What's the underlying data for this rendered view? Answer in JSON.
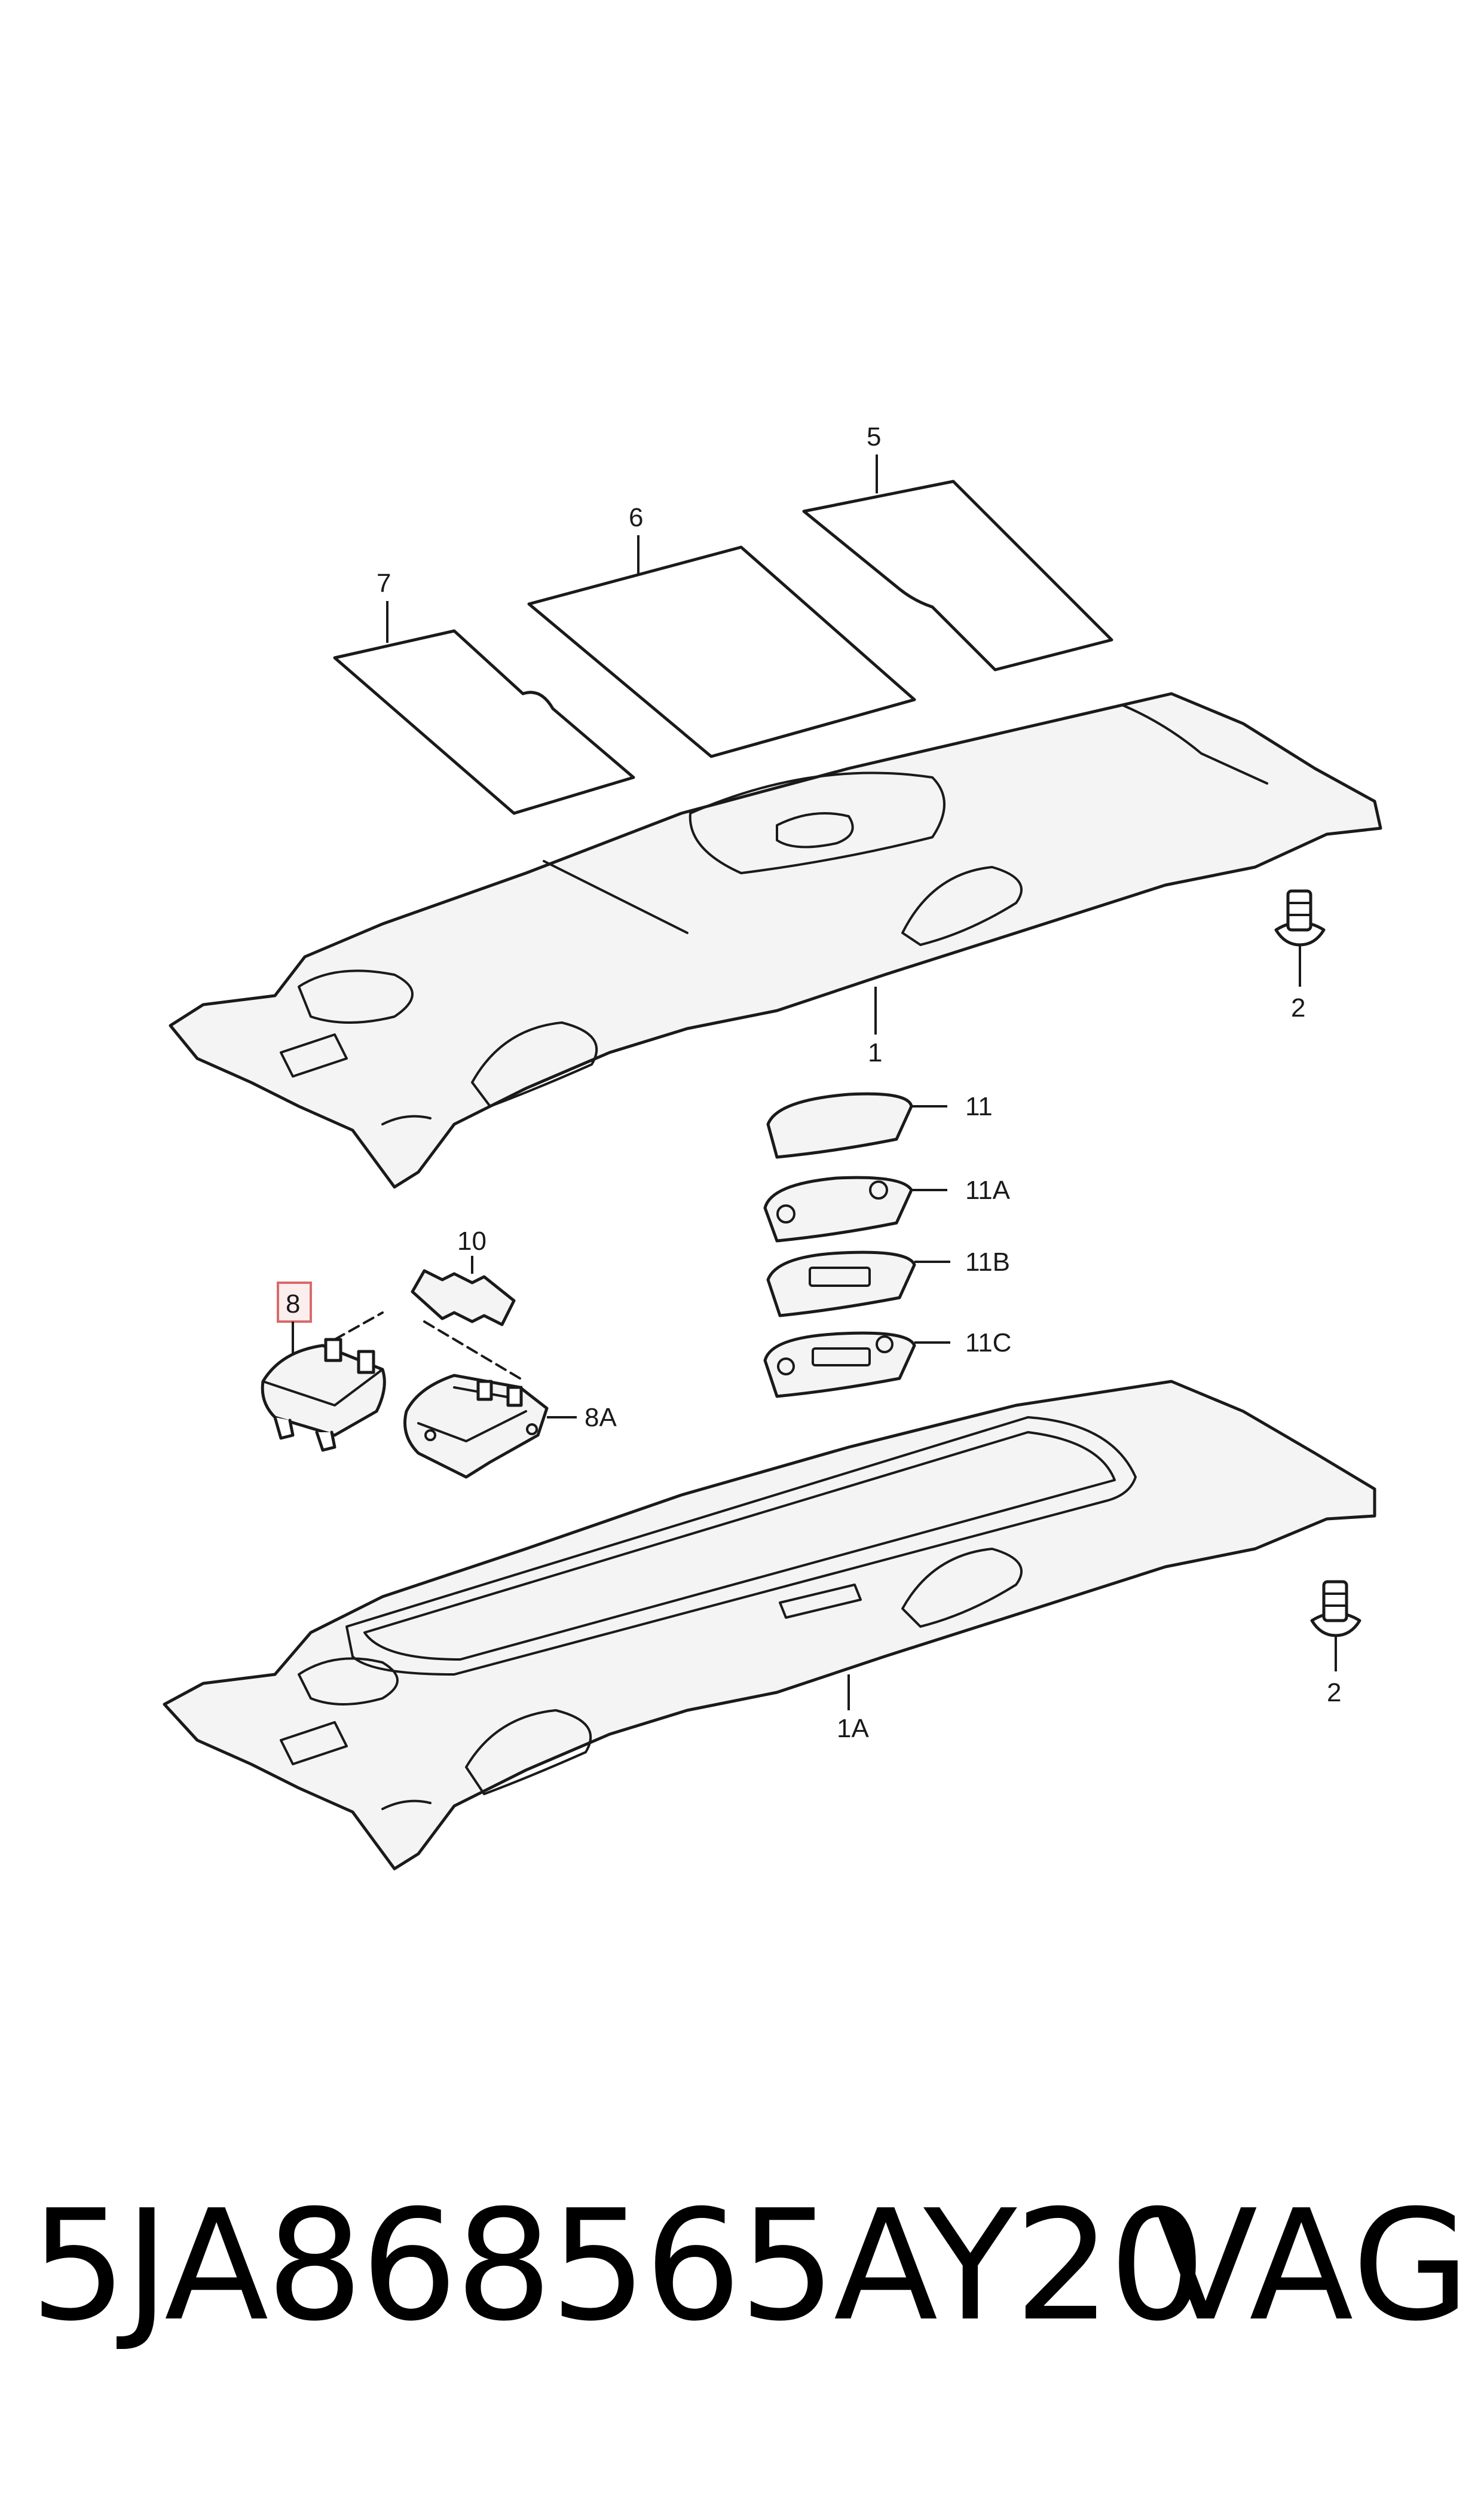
{
  "labels": {
    "l5": "5",
    "l6": "6",
    "l7": "7",
    "l2a": "2",
    "l1": "1",
    "l11": "11",
    "l11A": "11A",
    "l10": "10",
    "l8": "8",
    "l11B": "11B",
    "l11C": "11C",
    "l8A": "8A",
    "l2b": "2",
    "l1A": "1A"
  },
  "highlight_color": "#d96a6a",
  "footer": {
    "part_number": "5JA868565AY20",
    "brand": "VAG"
  }
}
